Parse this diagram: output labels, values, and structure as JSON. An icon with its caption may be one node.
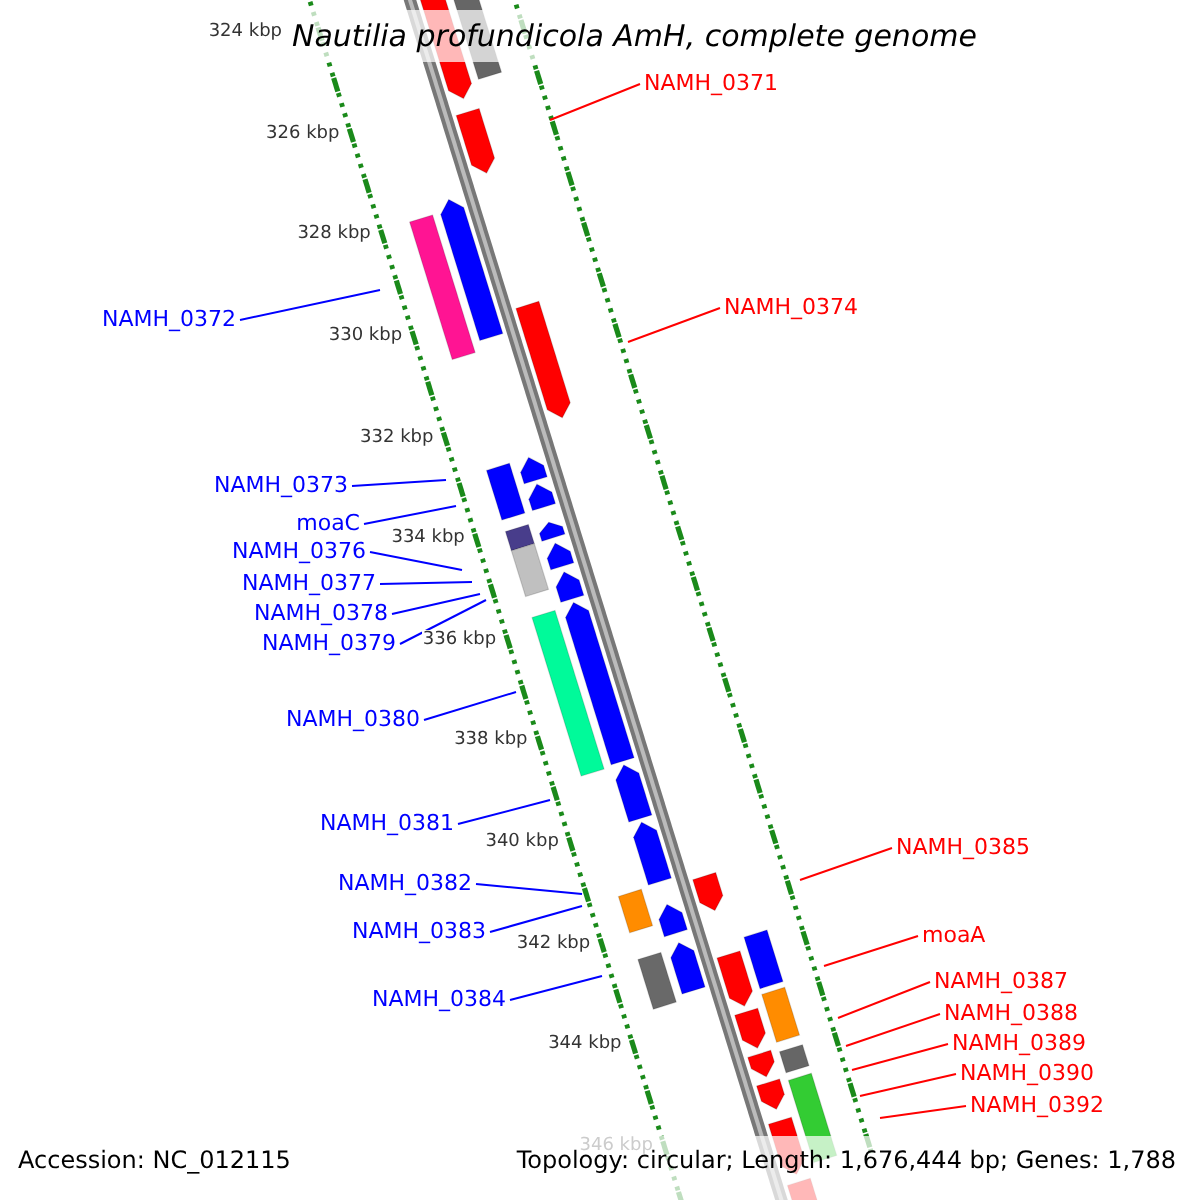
{
  "diagram": {
    "title": "Nautilia profundicola AmH, complete genome",
    "nodes": [
      {
        "text": [
          "NAMH_0371"
        ]
      },
      {
        "text": [
          "NAMH_0372"
        ]
      },
      {
        "text": [
          "NAMH_0374"
        ]
      },
      {
        "text": [
          "NAMH_0373"
        ]
      },
      {
        "text": [
          "moaC"
        ]
      },
      {
        "text": [
          "NAMH_0376"
        ]
      },
      {
        "text": [
          "NAMH_0377"
        ]
      },
      {
        "text": [
          "NAMH_0378"
        ]
      },
      {
        "text": [
          "NAMH_0379"
        ]
      },
      {
        "text": [
          "NAMH_0380"
        ]
      },
      {
        "text": [
          "NAMH_0381"
        ]
      },
      {
        "text": [
          "NAMH_0382"
        ]
      },
      {
        "text": [
          "NAMH_0383"
        ]
      },
      {
        "text": [
          "NAMH_0384"
        ]
      },
      {
        "text": [
          "NAMH_0385"
        ]
      },
      {
        "text": [
          "moaA"
        ]
      },
      {
        "text": [
          "NAMH_0387"
        ]
      },
      {
        "text": [
          "NAMH_0388"
        ]
      },
      {
        "text": [
          "NAMH_0389"
        ]
      },
      {
        "text": [
          "NAMH_0390"
        ]
      },
      {
        "text": [
          "NAMH_0392"
        ]
      }
    ],
    "edges": [
      {
        "from": 0,
        "to": null,
        "arrow": "none",
        "color": "#ff0000"
      },
      {
        "from": 1,
        "to": null,
        "arrow": "none"
      },
      {
        "from": 2,
        "to": null,
        "arrow": "none",
        "color": "#ff0000"
      },
      {
        "from": 3,
        "to": null,
        "arrow": "none"
      },
      {
        "from": 4,
        "to": null,
        "arrow": "none"
      },
      {
        "from": 5,
        "to": null,
        "arrow": "none"
      },
      {
        "from": 6,
        "to": null,
        "arrow": "none"
      },
      {
        "from": 7,
        "to": null,
        "arrow": "none"
      },
      {
        "from": 8,
        "to": null,
        "arrow": "none"
      },
      {
        "from": 9,
        "to": null,
        "arrow": "none"
      },
      {
        "from": 10,
        "to": null,
        "arrow": "none"
      },
      {
        "from": 11,
        "to": null,
        "arrow": "none"
      },
      {
        "from": 12,
        "to": null,
        "arrow": "none"
      },
      {
        "from": 13,
        "to": null,
        "arrow": "none"
      },
      {
        "from": 14,
        "to": null,
        "arrow": "none",
        "color": "#ff0000"
      },
      {
        "from": 15,
        "to": null,
        "arrow": "none",
        "color": "#ff0000"
      },
      {
        "from": 16,
        "to": null,
        "arrow": "none",
        "color": "#ff0000"
      },
      {
        "from": 17,
        "to": null,
        "arrow": "none",
        "color": "#ff0000"
      },
      {
        "from": 18,
        "to": null,
        "arrow": "none",
        "color": "#ff0000"
      },
      {
        "from": 19,
        "to": null,
        "arrow": "none",
        "color": "#ff0000"
      },
      {
        "from": 20,
        "to": null,
        "arrow": "none",
        "color": "#ff0000"
      }
    ],
    "labels": [
      "324 kbp",
      "326 kbp",
      "328 kbp",
      "330 kbp",
      "332 kbp",
      "334 kbp",
      "336 kbp",
      "338 kbp",
      "340 kbp",
      "342 kbp",
      "344 kbp",
      "346 kbp",
      "Accession: NC_012115",
      "Topology: circular; Length: 1,676,444 bp; Genes: 1,788"
    ]
  }
}
